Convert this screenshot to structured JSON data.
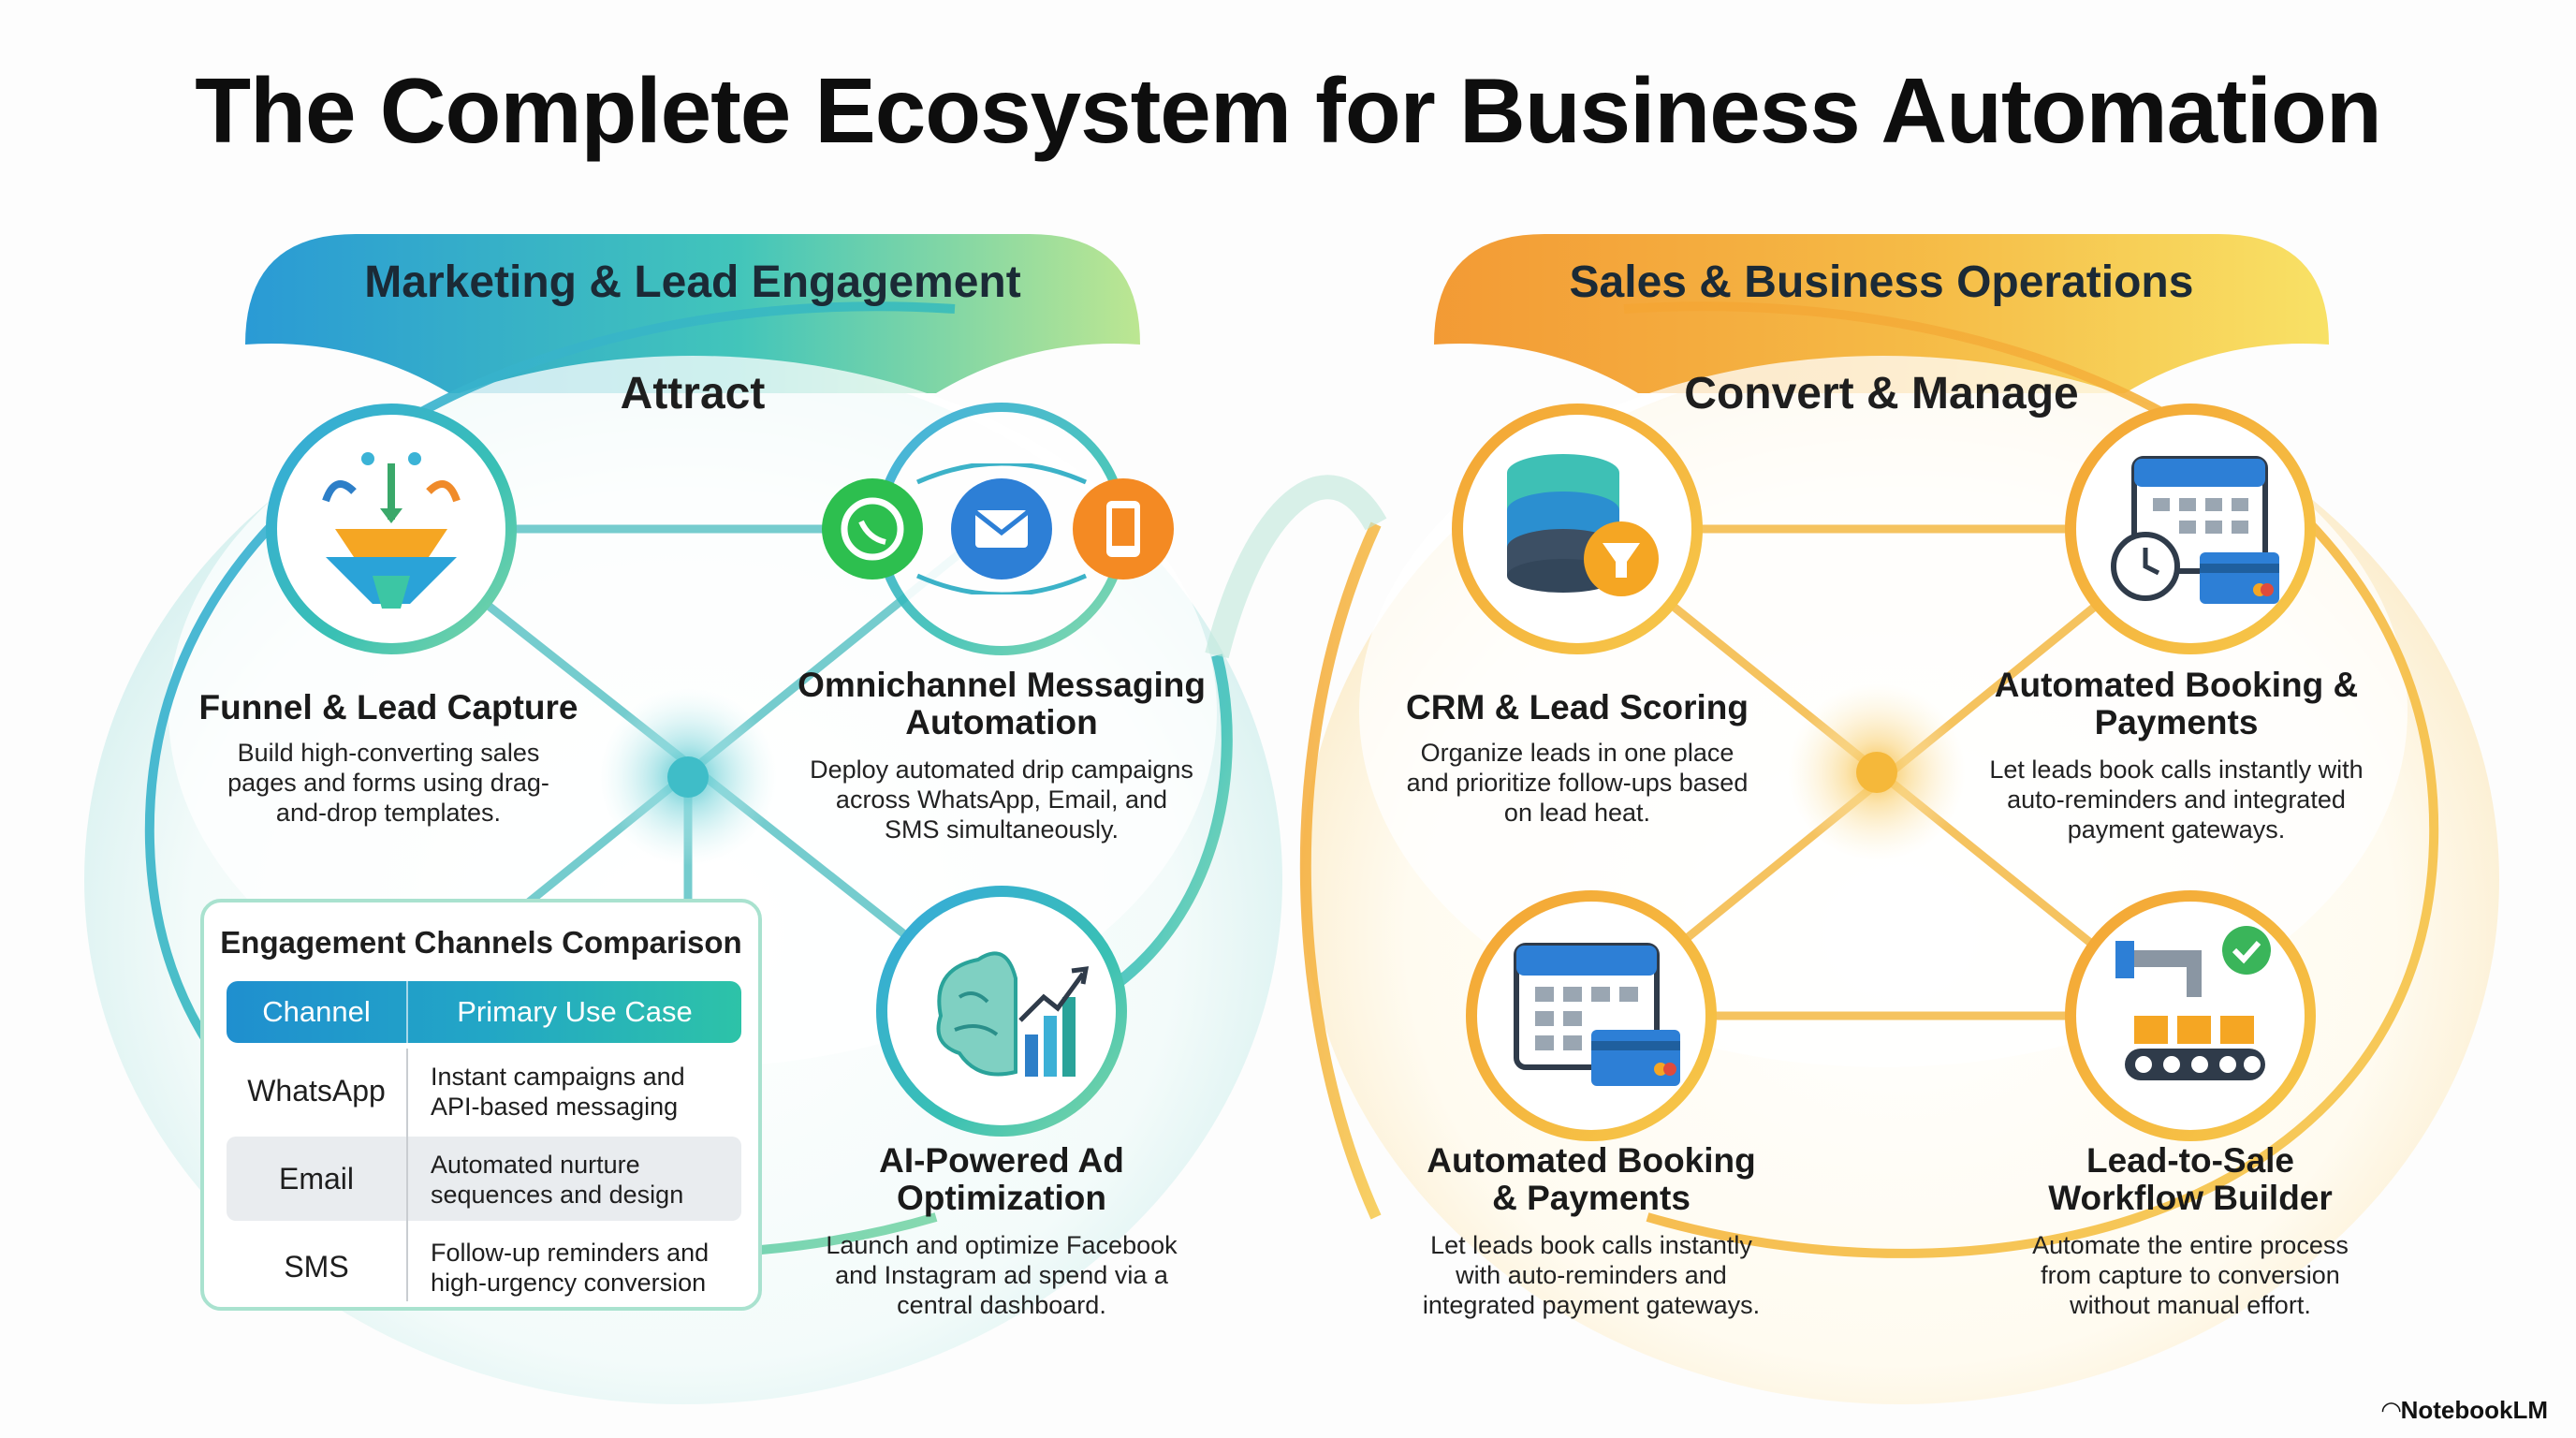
{
  "title": "The Complete Ecosystem for Business Automation",
  "left": {
    "banner": "Marketing & Lead Engagement",
    "subtitle": "Attract",
    "cards": [
      {
        "title": "Funnel & Lead Capture",
        "desc": [
          "Build high-converting sales",
          "pages and forms using drag-",
          "and-drop templates."
        ],
        "icon": "funnel-icon"
      },
      {
        "title": [
          "Omnichannel Messaging",
          "Automation"
        ],
        "desc": [
          "Deploy automated drip campaigns",
          "across WhatsApp, Email, and",
          "SMS simultaneously."
        ],
        "icon": "messaging-icons"
      },
      {
        "title": [
          "AI-Powered Ad",
          "Optimization"
        ],
        "desc": [
          "Launch and optimize Facebook",
          "and Instagram ad spend via a",
          "central dashboard."
        ],
        "icon": "brain-chart-icon"
      }
    ],
    "table": {
      "title": "Engagement Channels Comparison",
      "headers": [
        "Channel",
        "Primary Use Case"
      ],
      "rows": [
        {
          "channel": "WhatsApp",
          "use": [
            "Instant campaigns and",
            "API-based messaging"
          ]
        },
        {
          "channel": "Email",
          "use": [
            "Automated nurture",
            "sequences and design"
          ]
        },
        {
          "channel": "SMS",
          "use": [
            "Follow-up reminders and",
            "high-urgency conversion"
          ]
        }
      ]
    }
  },
  "right": {
    "banner": "Sales & Business Operations",
    "subtitle": "Convert & Manage",
    "cards": [
      {
        "title": "CRM & Lead Scoring",
        "desc": [
          "Organize leads in one place",
          "and prioritize follow-ups based",
          "on lead heat."
        ],
        "icon": "database-filter-icon"
      },
      {
        "title": [
          "Automated Booking &",
          "Payments"
        ],
        "desc": [
          "Let leads book calls instantly with",
          "auto-reminders and integrated",
          "payment gateways."
        ],
        "icon": "calendar-clock-card-icon"
      },
      {
        "title": [
          "Automated Booking",
          "& Payments"
        ],
        "desc": [
          "Let leads book calls instantly",
          "with auto-reminders and",
          "integrated payment gateways."
        ],
        "icon": "calendar-card-icon"
      },
      {
        "title": [
          "Lead-to-Sale",
          "Workflow Builder"
        ],
        "desc": [
          "Automate the entire process",
          "from capture to conversion",
          "without manual effort."
        ],
        "icon": "conveyor-workflow-icon"
      }
    ]
  },
  "brand": "NotebookLM",
  "colors": {
    "left_accent": "#2ab6c9",
    "left_gradient": [
      "#1f8fcf",
      "#3dc6b0",
      "#a6e28c"
    ],
    "right_accent": "#f2a93a",
    "right_gradient": [
      "#f39a2c",
      "#f5c242",
      "#f7dd5a"
    ]
  }
}
